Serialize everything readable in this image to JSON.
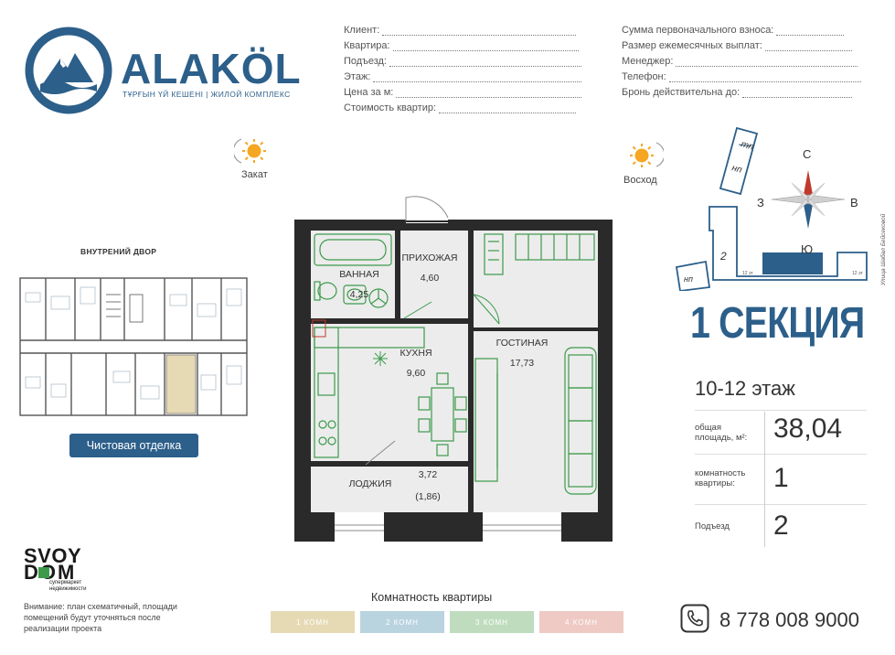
{
  "logo": {
    "name": "ALAKÖL",
    "subtitle": "ТҰРҒЫН ҮЙ КЕШЕНІ | ЖИЛОЙ КОМПЛЕКС"
  },
  "form_left": [
    {
      "label": "Клиент:"
    },
    {
      "label": "Квартира:"
    },
    {
      "label": "Подъезд:"
    },
    {
      "label": "Этаж:"
    },
    {
      "label": "Цена за м:"
    },
    {
      "label": "Стоимость квартир:"
    }
  ],
  "form_right": [
    {
      "label": "Сумма первоначального взноса:"
    },
    {
      "label": "Размер ежемесячных выплат:"
    },
    {
      "label": "Менеджер:"
    },
    {
      "label": "Телефон:"
    },
    {
      "label": "Бронь действительна до:"
    }
  ],
  "sun": {
    "sunset": "Закат",
    "sunrise": "Восход"
  },
  "courtyard_label": "ВНУТРЕНИЙ ДВОР",
  "finish_button": "Чистовая отделка",
  "rooms": {
    "bath": {
      "name": "ВАННАЯ",
      "area": "4,25"
    },
    "hall": {
      "name": "ПРИХОЖАЯ",
      "area": "4,60"
    },
    "kitchen": {
      "name": "КУХНЯ",
      "area": "9,60"
    },
    "living": {
      "name": "ГОСТИНАЯ",
      "area": "17,73"
    },
    "loggia": {
      "name": "ЛОДЖИЯ",
      "area": "3,72",
      "area2": "(1,86)"
    }
  },
  "compass": {
    "n": "С",
    "s": "Ю",
    "w": "З",
    "e": "В"
  },
  "key_plan": {
    "tp": "тп",
    "np1": "нп",
    "np2": "нп",
    "section_num": "2",
    "dim1": "12 эт",
    "dim2": "12 эт",
    "street": "Улица Шабал Бейсековой"
  },
  "section": {
    "title": "1 СЕКЦИЯ",
    "floors": "10-12 этаж"
  },
  "specs": [
    {
      "label": "общая площадь, м²:",
      "value": "38,04"
    },
    {
      "label": "комнатность квартиры:",
      "value": "1"
    },
    {
      "label": "Подъезд",
      "value": "2"
    }
  ],
  "brand": {
    "line1": "SVOY",
    "line2": "DOM",
    "tagline1": "супермаркет",
    "tagline2": "недвижимости"
  },
  "disclaimer": "Внимание: план схематичный, площади помещений будут уточняться после реализации проекта",
  "komnatnost": {
    "title": "Комнатность квартиры",
    "items": [
      {
        "label": "1 КОМН",
        "color": "#e6dab5"
      },
      {
        "label": "2 КОМН",
        "color": "#b9d3df"
      },
      {
        "label": "3 КОМН",
        "color": "#bfdcbf"
      },
      {
        "label": "4 КОМН",
        "color": "#efc9c4"
      }
    ]
  },
  "phone": "8 778 008 9000",
  "colors": {
    "brand_blue": "#2c5f8a",
    "plan_green": "#3c9a4b",
    "wall": "#2a2a2a",
    "floor": "#ececec"
  }
}
